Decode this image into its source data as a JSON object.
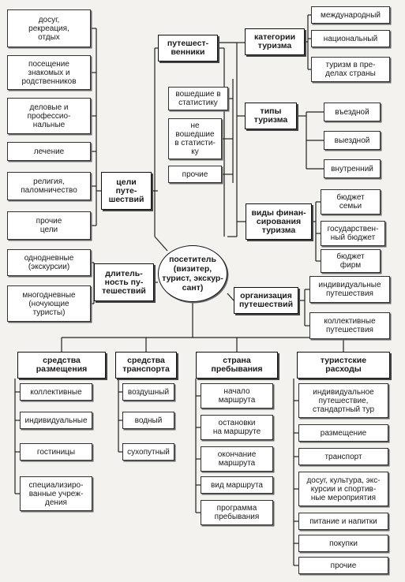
{
  "center": "посетитель\n(визитер,\nтурист, экскур-\nсант)",
  "travelers": {
    "header": "путешест-\nвенники",
    "items": [
      "вошедшие в\nстатистику",
      "не\nвошедшие\nв статисти-\nку",
      "прочие"
    ]
  },
  "goals": {
    "header": "цели\nпуте-\nшествий",
    "items": [
      "досуг,\nрекреация,\nотдых",
      "посещение\nзнакомых и\nродственников",
      "деловые и\nпрофессио-\nнальные",
      "лечение",
      "религия,\nпаломничество",
      "прочие\nцели"
    ]
  },
  "duration": {
    "header": "длитель-\nность пу-\nтешествий",
    "items": [
      "однодневные\n(экскурсии)",
      "многодневные\n(ночующие\nтуристы)"
    ]
  },
  "categories": {
    "header": "категории\nтуризма",
    "items": [
      "международный",
      "национальный",
      "туризм в пре-\nделах страны"
    ]
  },
  "types": {
    "header": "типы\nтуризма",
    "items": [
      "въездной",
      "выездной",
      "внутренний"
    ]
  },
  "finance": {
    "header": "виды финан-\nсирования\nтуризма",
    "items": [
      "бюджет\nсемьи",
      "государствен-\nный бюджет",
      "бюджет\nфирм"
    ]
  },
  "organization": {
    "header": "организация\nпутешествий",
    "items": [
      "индивидуальные\nпутешествия",
      "коллективные\nпутешествия"
    ]
  },
  "accommodation": {
    "header": "средства\nразмещения",
    "items": [
      "коллективные",
      "индивидуальные",
      "гостиницы",
      "специализиро-\nванные учреж-\nдения"
    ]
  },
  "transport": {
    "header": "средства\nтранспорта",
    "items": [
      "воздушный",
      "водный",
      "сухопутный"
    ]
  },
  "country": {
    "header": "страна\nпребывания",
    "items": [
      "начало\nмаршрута",
      "остановки\nна маршруте",
      "окончание\nмаршрута",
      "вид маршрута",
      "программа\nпребывания"
    ]
  },
  "expenses": {
    "header": "туристские\nрасходы",
    "items": [
      "индивидуальное\nпутешествие,\nстандартный тур",
      "размещение",
      "транспорт",
      "досуг, культура, экс-\nкурсии и спортив-\nные мероприятия",
      "питание и напитки",
      "покупки",
      "прочие"
    ]
  }
}
